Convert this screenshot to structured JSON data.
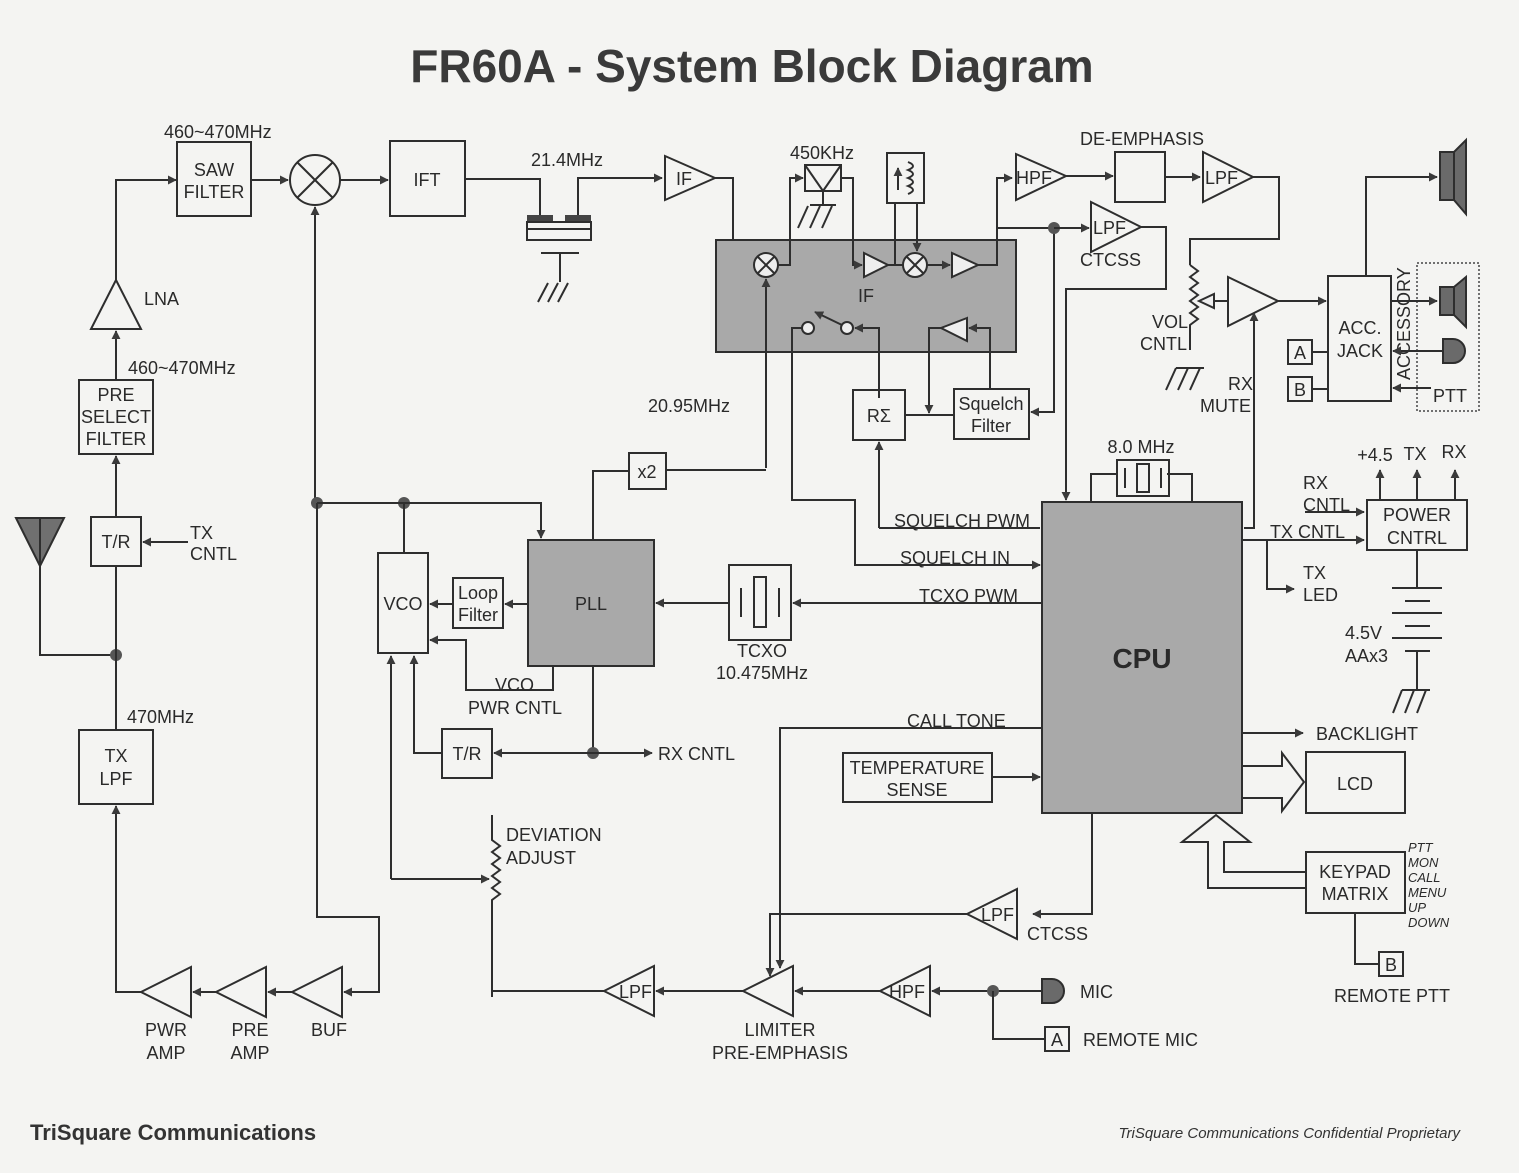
{
  "title": "FR60A - System Block Diagram",
  "footer": {
    "company": "TriSquare Communications",
    "confidential": "TriSquare Communications Confidential Proprietary"
  },
  "rx_chain": {
    "saw_freq": "460~470MHz",
    "saw_filter": [
      "SAW",
      "FILTER"
    ],
    "lna": "LNA",
    "preselect_freq": "460~470MHz",
    "preselect_filter": [
      "PRE",
      "SELECT",
      "FILTER"
    ],
    "tr_switch": "T/R",
    "tx_cntl": [
      "TX",
      "CNTL"
    ],
    "ift": "IFT",
    "if_freq_1": "21.4MHz",
    "if_amp": "IF",
    "if_freq_2": "450KHz",
    "if_block": "IF",
    "lo_freq": "20.95MHz",
    "x2": "x2"
  },
  "audio_rx": {
    "hpf": "HPF",
    "de_emphasis": "DE-EMPHASIS",
    "lpf": "LPF",
    "ctcss_lpf": "LPF",
    "ctcss_label": "CTCSS",
    "vol_cntl": [
      "VOL",
      "CNTL"
    ],
    "rx_mute": [
      "RX",
      "MUTE"
    ],
    "acc_jack": [
      "ACC.",
      "JACK"
    ],
    "accessory": "ACCESSORY",
    "ptt": "PTT",
    "port_a": "A",
    "port_b": "B",
    "r_sigma": "RΣ",
    "squelch_filter": [
      "Squelch",
      "Filter"
    ]
  },
  "synth": {
    "vco": "VCO",
    "loop_filter": [
      "Loop",
      "Filter"
    ],
    "pll": "PLL",
    "tcxo": "TCXO",
    "tcxo_freq": "10.475MHz",
    "vco_pwr_cntl": [
      "VCO",
      "PWR CNTL"
    ],
    "tr": "T/R",
    "rx_cntl": "RX CNTL"
  },
  "cpu": {
    "label": "CPU",
    "xtal": "8.0 MHz",
    "signals": {
      "squelch_pwm": "SQUELCH PWM",
      "squelch_in": "SQUELCH IN",
      "tcxo_pwm": "TCXO PWM",
      "call_tone": "CALL TONE",
      "rx_cntl": [
        "RX",
        "CNTL"
      ],
      "tx_cntl": "TX CNTL",
      "tx_led": [
        "TX",
        "LED"
      ],
      "backlight": "BACKLIGHT"
    },
    "temperature_sense": [
      "TEMPERATURE",
      "SENSE"
    ],
    "lcd": "LCD"
  },
  "power": {
    "block": [
      "POWER",
      "CNTRL"
    ],
    "outputs": [
      "+4.5",
      "TX",
      "RX"
    ],
    "battery": [
      "4.5V",
      "AAx3"
    ]
  },
  "keypad": {
    "block": [
      "KEYPAD",
      "MATRIX"
    ],
    "keys": [
      "PTT",
      "MON",
      "CALL",
      "MENU",
      "UP",
      "DOWN"
    ],
    "remote_ptt": "REMOTE PTT",
    "port": "B"
  },
  "tx_chain": {
    "tx_lpf": [
      "TX",
      "LPF"
    ],
    "tx_freq": "470MHz",
    "pwr_amp": [
      "PWR",
      "AMP"
    ],
    "pre_amp": [
      "PRE",
      "AMP"
    ],
    "buf": "BUF",
    "deviation": [
      "DEVIATION",
      "ADJUST"
    ],
    "lpf": "LPF",
    "limiter": [
      "LIMITER",
      "PRE-EMPHASIS"
    ],
    "hpf": "HPF",
    "ctcss_lpf": "LPF",
    "ctcss": "CTCSS",
    "mic": "MIC",
    "remote_mic": "REMOTE MIC",
    "port_a": "A"
  }
}
